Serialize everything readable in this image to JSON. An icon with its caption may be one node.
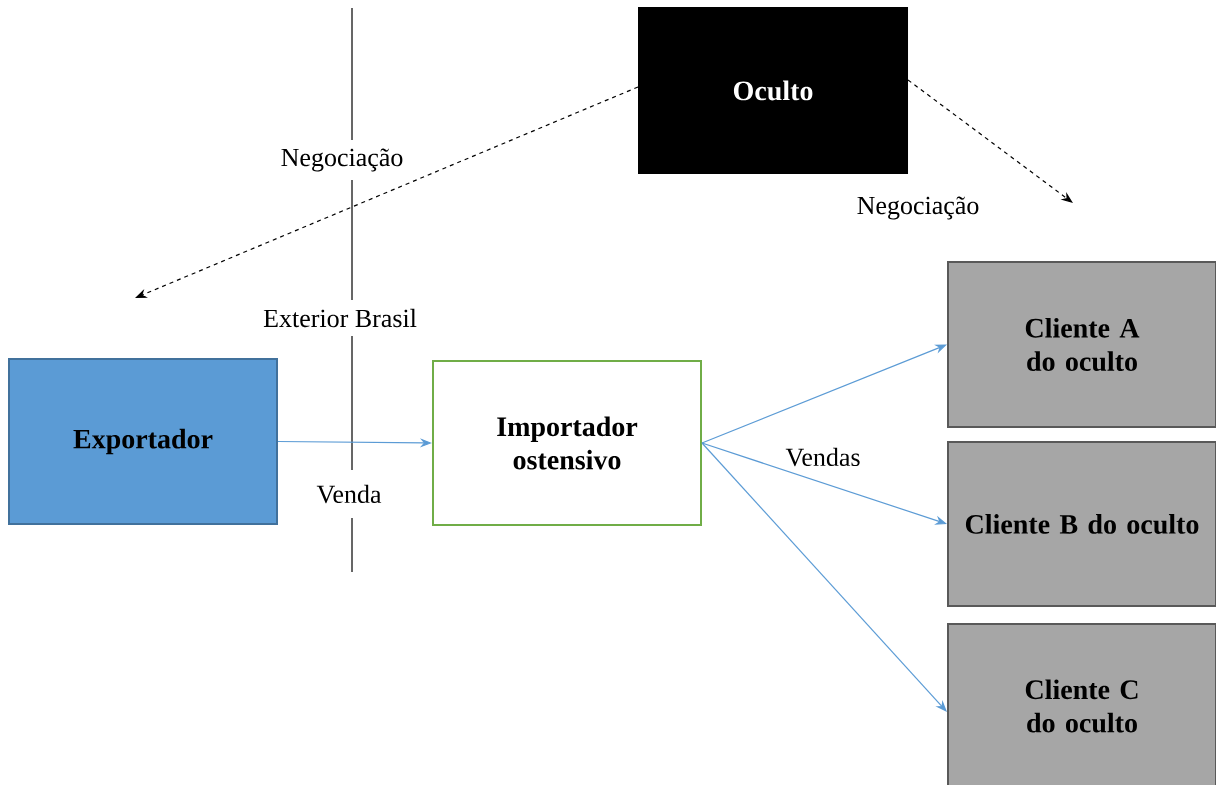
{
  "diagram": {
    "nodes": [
      {
        "text": [
          "Oculto"
        ]
      },
      {
        "text": [
          "Exportador"
        ]
      },
      {
        "text": [
          "Importador ostensivo"
        ]
      },
      {
        "text": [
          "Cliente A do oculto"
        ]
      },
      {
        "text": [
          "Cliente B do oculto"
        ]
      },
      {
        "text": [
          "Cliente C do oculto"
        ]
      }
    ],
    "edges": [
      {
        "from": 0,
        "to": null,
        "arrow": "to",
        "label": "Negociação",
        "style": "dashed",
        "color": "#000000"
      },
      {
        "from": 0,
        "to": null,
        "arrow": "to",
        "label": "Negociação",
        "style": "dashed",
        "color": "#000000"
      },
      {
        "from": 1,
        "to": 2,
        "arrow": "to",
        "label": "Venda"
      },
      {
        "from": 2,
        "to": 3,
        "arrow": "to"
      },
      {
        "from": 2,
        "to": 4,
        "arrow": "to",
        "label": "Vendas"
      },
      {
        "from": 2,
        "to": 5,
        "arrow": "to"
      }
    ],
    "labels": [
      "Exterior Brasil"
    ]
  }
}
